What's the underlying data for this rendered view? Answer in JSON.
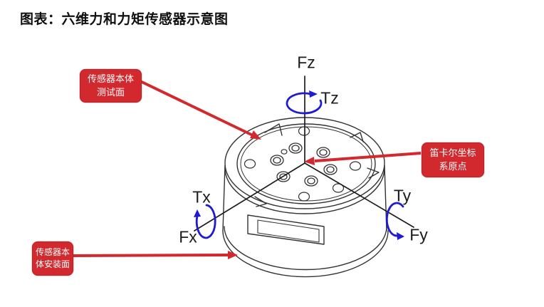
{
  "page": {
    "title": "图表：六维力和力矩传感器示意图"
  },
  "diagram": {
    "axis_labels": {
      "fz": "Fz",
      "tz": "Tz",
      "tx": "Tx",
      "fx": "Fx",
      "ty": "Ty",
      "fy": "Fy"
    },
    "callouts": {
      "test_surface": {
        "line1": "传感器本体",
        "line2": "测试面"
      },
      "origin": {
        "line1": "笛卡尔坐标",
        "line2": "系原点"
      },
      "mount_surface": {
        "line1": "传感器本",
        "line2": "体安装面"
      }
    },
    "colors": {
      "callout_red": "#d2292e",
      "rotation_blue": "#1f1bd0",
      "line_dark": "#333333",
      "axis_black": "#1c1c1c"
    }
  }
}
